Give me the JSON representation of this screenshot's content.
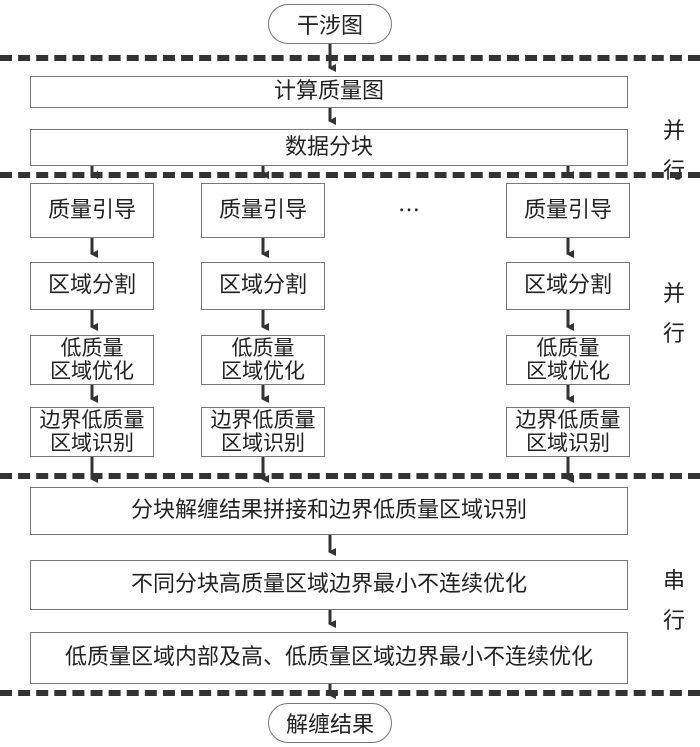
{
  "start": "干涉图",
  "end": "解缠结果",
  "parallel_top": {
    "label": [
      "并",
      "行"
    ],
    "steps": [
      "计算质量图",
      "数据分块"
    ]
  },
  "blocks": {
    "label": [
      "并",
      "行"
    ],
    "ellipsis": "…",
    "columns": [
      {
        "steps": [
          "质量引导",
          "区域分割",
          "低质量区域优化",
          "边界低质量区域识别"
        ]
      },
      {
        "steps": [
          "质量引导",
          "区域分割",
          "低质量区域优化",
          "边界低质量区域识别"
        ]
      },
      {
        "steps": [
          "质量引导",
          "区域分割",
          "低质量区域优化",
          "边界低质量区域识别"
        ]
      }
    ],
    "lines": {
      "opt": [
        "低质量",
        "区域优化"
      ],
      "ident": [
        "边界低质量",
        "区域识别"
      ]
    }
  },
  "serial": {
    "label": [
      "串",
      "行"
    ],
    "steps": [
      "分块解缠结果拼接和边界低质量区域识别",
      "不同分块高质量区域边界最小不连续优化",
      "低质量区域内部及高、低质量区域边界最小不连续优化"
    ]
  }
}
